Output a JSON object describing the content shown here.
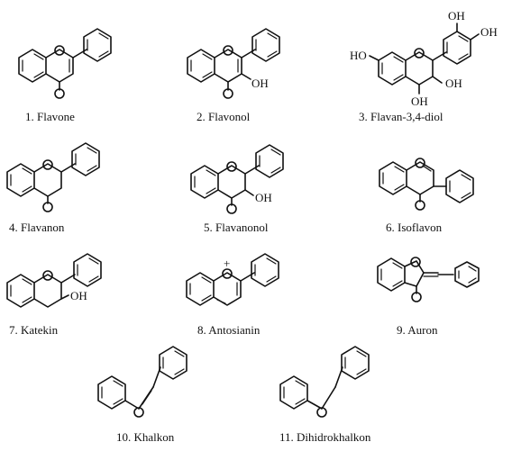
{
  "compounds": [
    {
      "caption": "1. Flavone"
    },
    {
      "caption": "2. Flavonol"
    },
    {
      "caption": "3. Flavan-3,4-diol"
    },
    {
      "caption": "4. Flavanon"
    },
    {
      "caption": "5. Flavanonol"
    },
    {
      "caption": "6. Isoflavon"
    },
    {
      "caption": "7. Katekin"
    },
    {
      "caption": "8. Antosianin"
    },
    {
      "caption": "9. Auron"
    },
    {
      "caption": "10. Khalkon"
    },
    {
      "caption": "11. Dihidrokhalkon"
    }
  ],
  "groups": {
    "oh": "OH",
    "ho": "HO",
    "plus": "+"
  },
  "colors": {
    "ink": "#111111",
    "background": "#ffffff"
  }
}
